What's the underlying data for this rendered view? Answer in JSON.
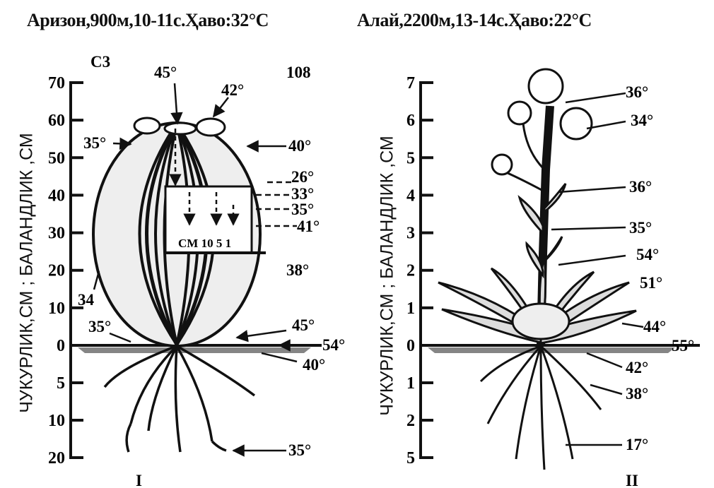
{
  "header": {
    "left": "Аризон,900м,10-11с.Ҳаво:32°С",
    "right": "Алай,2200м,13-14с.Ҳаво:22°С"
  },
  "axis_label": "ЧУКУРЛИК,СМ ; БАЛАНДЛИК ,СМ",
  "panel1": {
    "tag_left": "С3",
    "tag_right": "108",
    "roman": "I",
    "ticks": [
      "70",
      "60",
      "50",
      "40",
      "30",
      "20",
      "10",
      "0",
      "5",
      "10",
      "20"
    ],
    "inner_scale": "СМ 10 5 1",
    "annotations": [
      "45°",
      "42°",
      "35°",
      "40°",
      "26°",
      "33°",
      "35°",
      "41°",
      "38°",
      "34",
      "35°",
      "45°",
      "54°",
      "40°",
      "35°"
    ]
  },
  "panel2": {
    "roman": "II",
    "ticks": [
      "7",
      "6",
      "5",
      "4",
      "3",
      "2",
      "1",
      "0",
      "1",
      "2",
      "5"
    ],
    "annotations": [
      "36°",
      "34°",
      "36°",
      "35°",
      "54°",
      "51°",
      "44°",
      "55°",
      "42°",
      "38°",
      "17°"
    ]
  }
}
